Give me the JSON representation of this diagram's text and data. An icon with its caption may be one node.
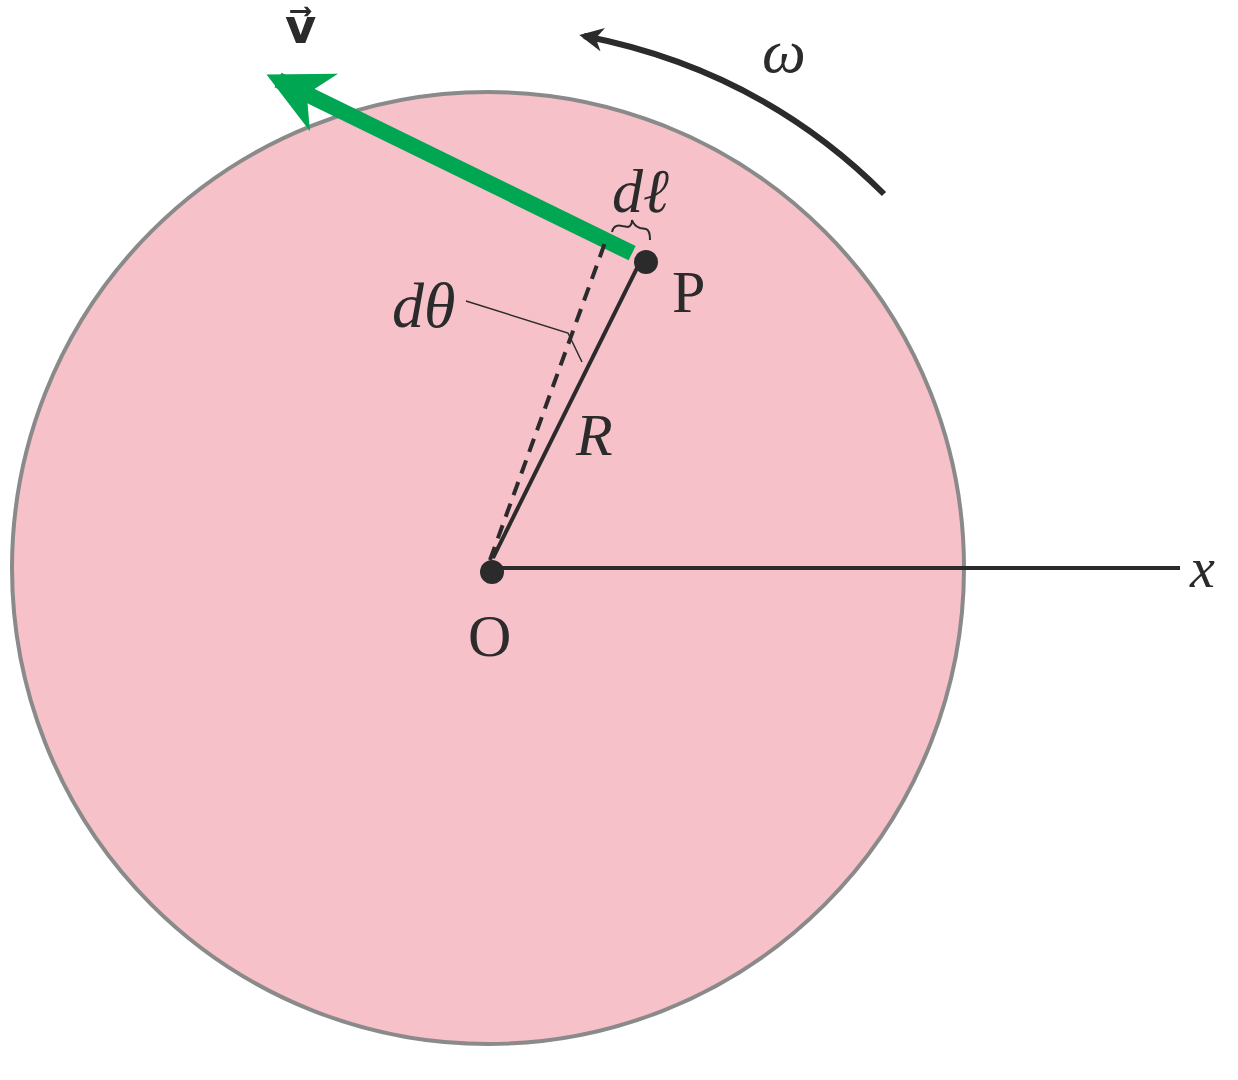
{
  "diagram": {
    "nodes": [
      {
        "text": [],
        "shape": "circle"
      },
      {
        "text": [
          "O"
        ],
        "in": 0
      },
      {
        "text": [
          "P"
        ],
        "in": 0
      },
      {
        "text": [
          "dθ"
        ],
        "in": 0
      }
    ],
    "edges": [
      {
        "from": 1,
        "to": 2,
        "arrow": "none",
        "label": "R"
      },
      {
        "from": 2,
        "to": null,
        "arrow": "to",
        "label": "v⃗",
        "style": "thick",
        "color": "#00a651"
      },
      {
        "from": 3,
        "to": null,
        "arrow": "none"
      }
    ],
    "labels": [
      "ω",
      "dℓ",
      "x"
    ]
  }
}
